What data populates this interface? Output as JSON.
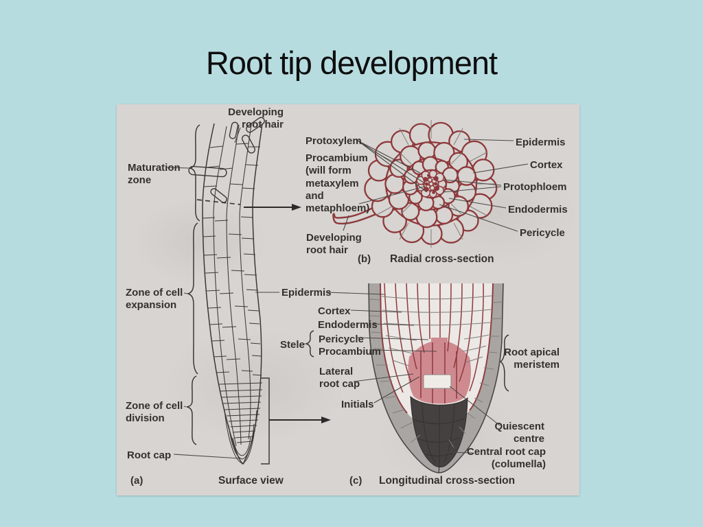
{
  "slide": {
    "title": "Root tip development"
  },
  "colors": {
    "slide-bg": "#b7dce0",
    "paper": "#d7d4d1",
    "ink": "#8e383b",
    "pink": "#cf8a90",
    "gray": "#a8a5a2",
    "dark": "#454140",
    "line": "#4a4745",
    "text": "#33302d",
    "title": "#0e0e0e",
    "cells": "#ebe8e5"
  },
  "figure": {
    "surface": {
      "letter": "(a)",
      "caption": "Surface view",
      "developing_root_hair": "Developing root hair",
      "maturation_zone": "Maturation zone",
      "zone_expansion": "Zone of cell expansion",
      "zone_division": "Zone of cell division",
      "root_cap": "Root cap"
    },
    "shared": {
      "epidermis": "Epidermis"
    },
    "radial": {
      "letter": "(b)",
      "caption": "Radial cross-section",
      "protoxylem": "Protoxylem",
      "procambium": "Procambium (will form metaxylem and metaphloem)",
      "developing_root_hair": "Developing root hair",
      "epidermis": "Epidermis",
      "cortex": "Cortex",
      "protophloem": "Protophloem",
      "endodermis": "Endodermis",
      "pericycle": "Pericycle"
    },
    "longitudinal": {
      "letter": "(c)",
      "caption": "Longitudinal cross-section",
      "cortex": "Cortex",
      "endodermis": "Endodermis",
      "stele": "Stele",
      "pericycle": "Pericycle",
      "procambium": "Procambium",
      "lateral_root_cap": "Lateral root cap",
      "initials": "Initials",
      "root_apical_meristem": "Root apical meristem",
      "quiescent_centre": "Quiescent centre",
      "central_root_cap": "Central root cap (columella)"
    }
  }
}
